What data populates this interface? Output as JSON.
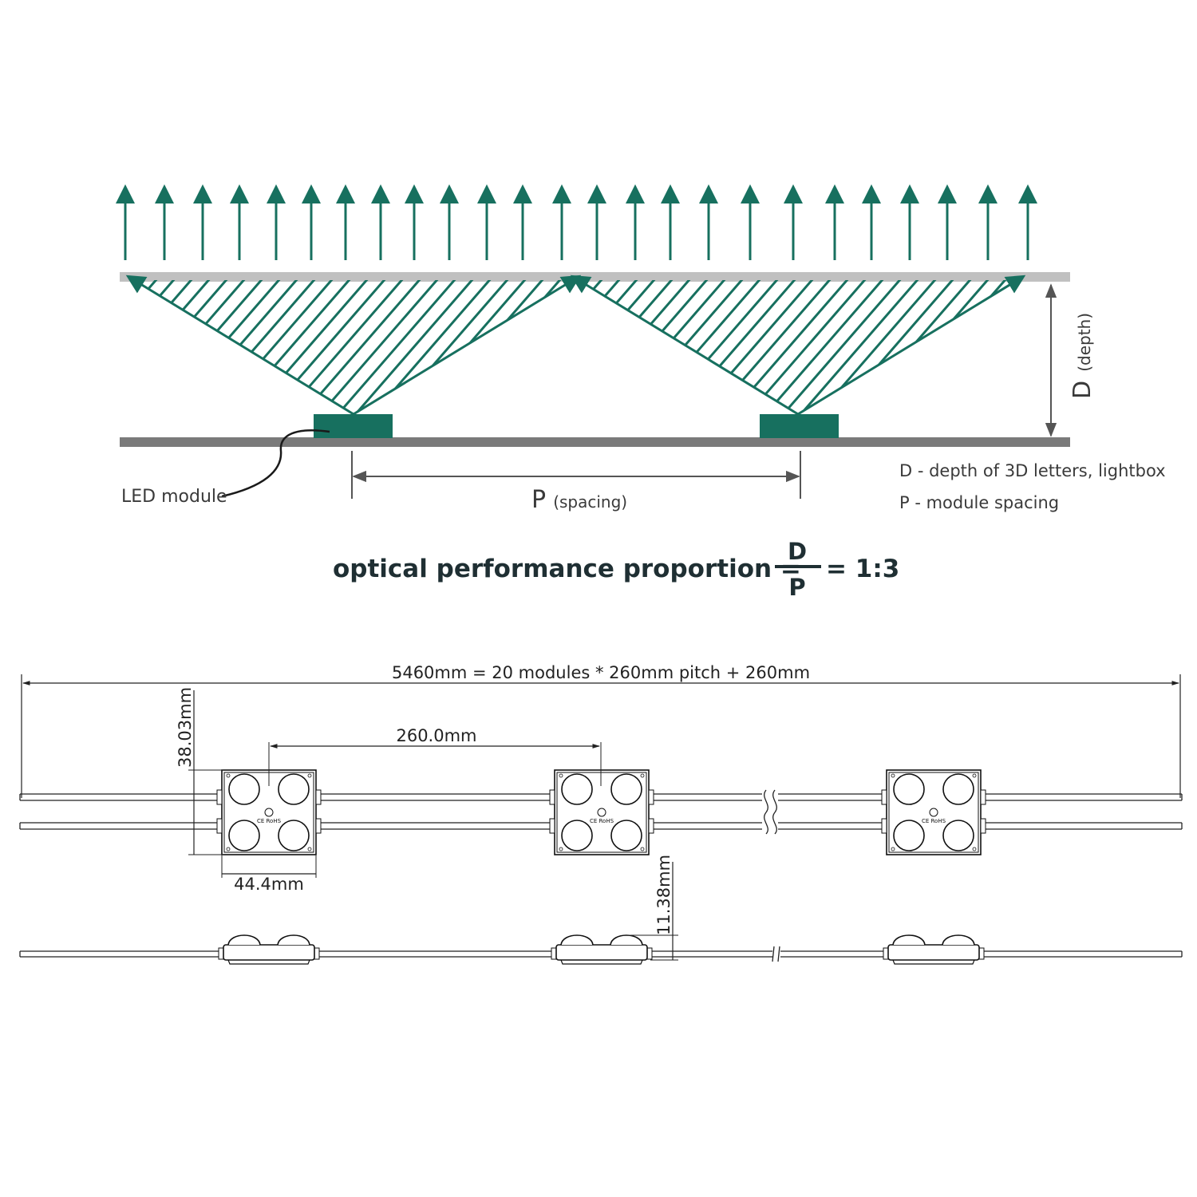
{
  "colors": {
    "accent": "#17705f",
    "diffuser": "#c0c0c0",
    "base": "#7a7a7a",
    "text": "#3a3a3a",
    "formula_text": "#1f2f33"
  },
  "optics": {
    "depth_label_main": "D",
    "depth_label_sub": "(depth)",
    "spacing_label_main": "P",
    "spacing_label_sub": "(spacing)",
    "led_module_label": "LED module",
    "legend": [
      "D - depth of 3D letters, lightbox",
      "P - module spacing"
    ]
  },
  "formula": {
    "text": "optical performance proportion =",
    "numerator": "D",
    "denominator": "P",
    "result": "= 1:3"
  },
  "dimensions": {
    "total_length": "5460mm = 20 modules * 260mm pitch + 260mm",
    "pitch": "260.0mm",
    "module_height": "38.03mm",
    "module_width": "44.4mm",
    "module_thickness": "11.38mm"
  },
  "module_marking": {
    "certification": "CE RoHS"
  }
}
